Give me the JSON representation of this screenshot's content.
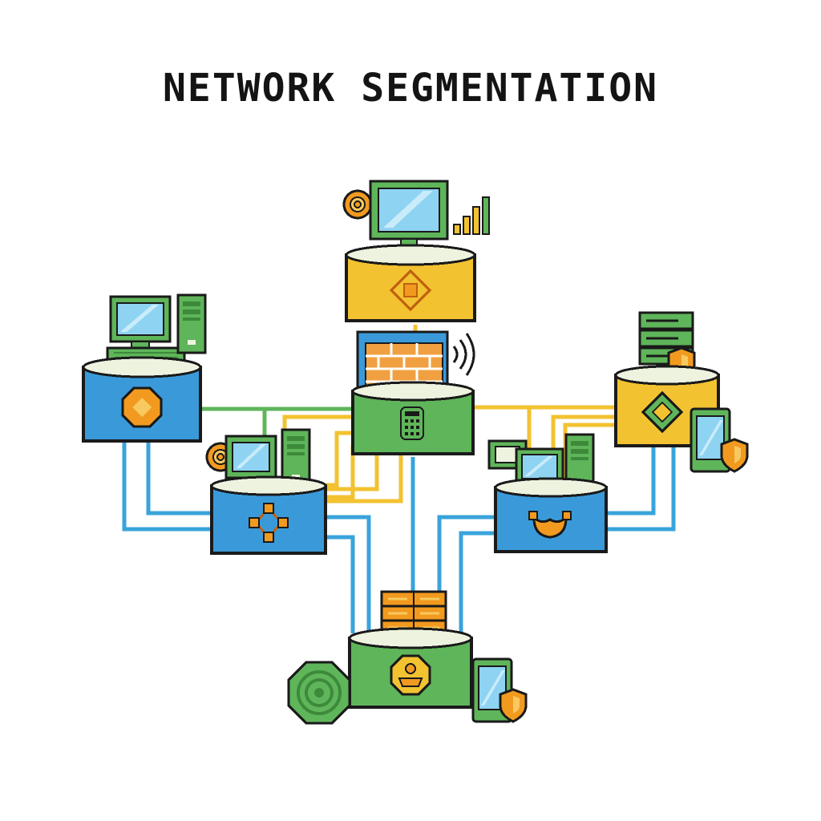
{
  "title": "NETWORK SEGMENTATION",
  "colors": {
    "outline": "#1a1a1a",
    "yellow": "#f2c230",
    "yellow_link": "#f2c230",
    "green": "#5fb55a",
    "green_link": "#5fb55a",
    "blue": "#3a9ad9",
    "blue_link": "#3aa3db",
    "orange": "#f29a1f",
    "screen": "#8fd3f2",
    "brick": "#f0a040",
    "cream": "#eef3e0"
  },
  "nodes": [
    {
      "id": "top-node",
      "color": "yellow",
      "device": "monitor",
      "emblem": "diamond-arrows-icon",
      "extras": [
        "gear-badge-icon",
        "signal-bars-icon"
      ]
    },
    {
      "id": "firewall-node",
      "color": "green",
      "device": "firewall",
      "emblem": "keypad-icon",
      "extras": [
        "wifi-waves-icon"
      ]
    },
    {
      "id": "left-node",
      "color": "blue",
      "device": "desktop-pc",
      "emblem": "octagon-badge-icon",
      "extras": [
        "tower-icon"
      ]
    },
    {
      "id": "mid-left-node",
      "color": "blue",
      "device": "desktop-pc",
      "emblem": "network-hub-icon",
      "extras": [
        "gear-badge-icon",
        "tower-icon"
      ]
    },
    {
      "id": "mid-right-node",
      "color": "blue",
      "device": "desktop-pc",
      "emblem": "handshake-icon",
      "extras": [
        "small-monitor-icon",
        "tower-icon"
      ]
    },
    {
      "id": "right-node",
      "color": "yellow",
      "device": "server-rack",
      "emblem": "diamond-icon",
      "extras": [
        "shield-icon",
        "tablet-shield-icon"
      ]
    },
    {
      "id": "bottom-node",
      "color": "green",
      "device": "storage-server",
      "emblem": "user-badge-icon",
      "extras": [
        "spiral-disk-icon",
        "tablet-shield-icon"
      ]
    }
  ]
}
